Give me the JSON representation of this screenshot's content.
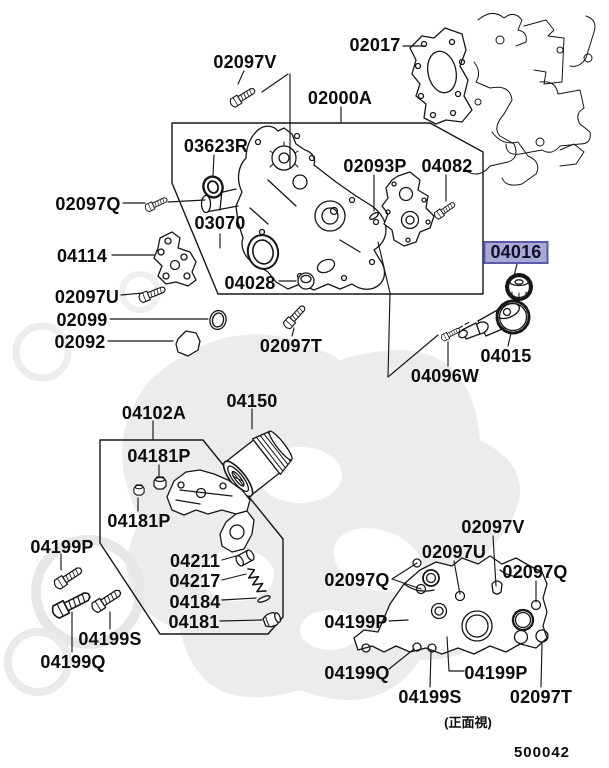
{
  "meta": {
    "drawing_number": "500042",
    "view_caption": "(正面視)"
  },
  "highlight": {
    "selected_part": "04016",
    "bg_color": "#a9a9d8",
    "border_color": "#5b5baa"
  },
  "labels": {
    "p02097v_top": "02097V",
    "p02017": "02017",
    "p02000a": "02000A",
    "p03623r": "03623R",
    "p02093p": "02093P",
    "p04082": "04082",
    "p02097q_left": "02097Q",
    "p03070": "03070",
    "p04114": "04114",
    "p02097u_left": "02097U",
    "p04028": "04028",
    "p02099": "02099",
    "p02092": "02092",
    "p02097t_mid": "02097T",
    "p04016": "04016",
    "p04015": "04015",
    "p04096w": "04096W",
    "p04102a": "04102A",
    "p04150": "04150",
    "p04181p_1": "04181P",
    "p04181p_2": "04181P",
    "p04199p_left": "04199P",
    "p04211": "04211",
    "p04217": "04217",
    "p04184": "04184",
    "p04181": "04181",
    "p04199s_left": "04199S",
    "p04199q_left": "04199Q",
    "p02097v_bot": "02097V",
    "p02097u_bot": "02097U",
    "p02097q_bot_right": "02097Q",
    "p02097q_bot_left": "02097Q",
    "p04199p_bot_left": "04199P",
    "p04199q_bot": "04199Q",
    "p04199p_bot_center": "04199P",
    "p04199s_bot": "04199S",
    "p02097t_bot": "02097T"
  }
}
